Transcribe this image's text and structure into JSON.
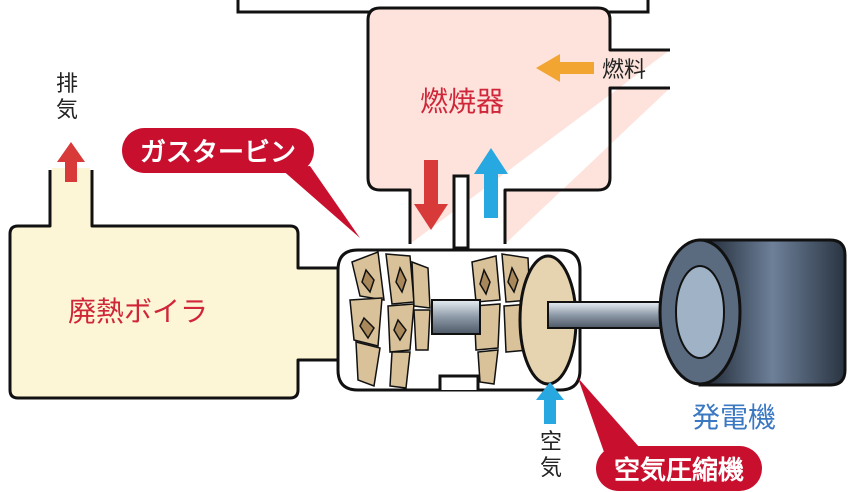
{
  "labels": {
    "exhaust": [
      "排",
      "気"
    ],
    "gas_turbine": "ガスタービン",
    "combustor": "燃焼器",
    "fuel": "燃料",
    "waste_heat_boiler": "廃熱ボイラ",
    "generator": "発電機",
    "air": [
      "空",
      "気"
    ],
    "air_compressor": "空気圧縮機"
  },
  "colors": {
    "boiler_fill": "#fdf6d6",
    "combustor_fill": "#fde3dc",
    "accent_red": "#c8102e",
    "text_red": "#d0263a",
    "arrow_red": "#d83a3a",
    "arrow_blue": "#27a8e0",
    "arrow_orange": "#f2a531",
    "generator_blue": "#3a78c2"
  }
}
